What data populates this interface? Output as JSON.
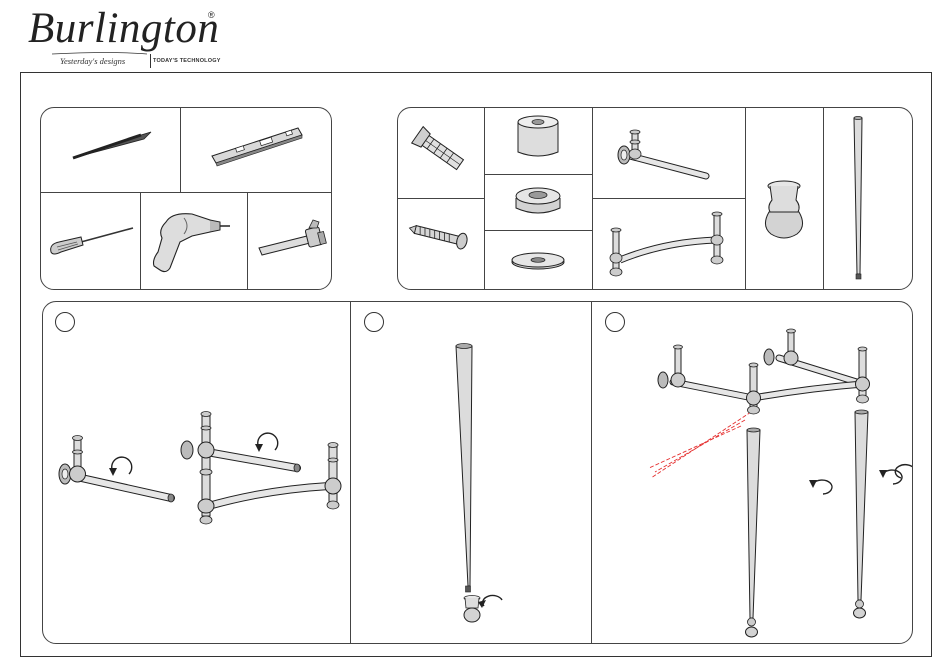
{
  "logo": {
    "brand": "Burlington",
    "registered": "®",
    "tagline_left": "Yesterday's designs",
    "tagline_right": "TODAY'S TECHNOLOGY"
  },
  "colors": {
    "line": "#333333",
    "part_fill": "#dcdcdc",
    "part_dark": "#9a9a9a",
    "guide_line": "#e53030"
  },
  "tools": [
    "pencil-icon",
    "spirit-level-icon",
    "screwdriver-icon",
    "drill-icon",
    "hammer-icon"
  ],
  "parts": [
    "wall-plug-icon",
    "spacer-icon",
    "flange-icon",
    "washer-icon",
    "screw-icon",
    "wall-bracket-icon",
    "frame-assembly-icon",
    "foot-icon",
    "leg-icon"
  ],
  "steps": [
    {
      "id": "step-1",
      "rotation_arrows": 2
    },
    {
      "id": "step-2",
      "rotation_arrows": 1
    },
    {
      "id": "step-3",
      "rotation_arrows": 2
    }
  ]
}
